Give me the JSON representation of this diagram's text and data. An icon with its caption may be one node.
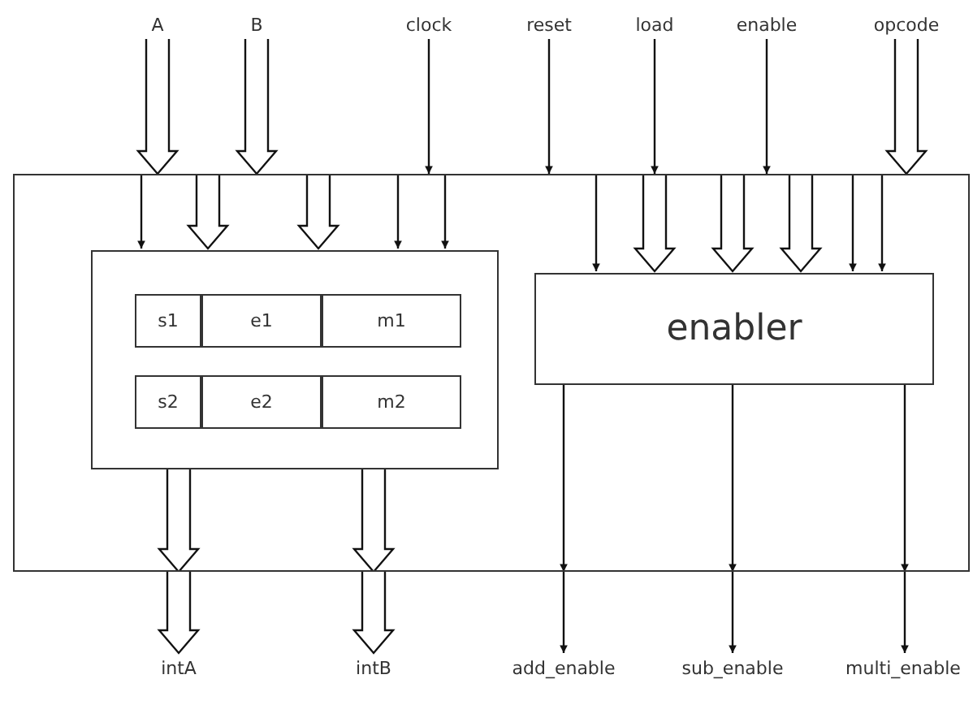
{
  "diagram": {
    "nodes": [
      {
        "text": [
          "A"
        ]
      },
      {
        "text": [
          "B"
        ]
      },
      {
        "text": [
          "clock"
        ]
      },
      {
        "text": [
          "reset"
        ]
      },
      {
        "text": [
          "load"
        ]
      },
      {
        "text": [
          "enable"
        ]
      },
      {
        "text": [
          "opcode"
        ]
      },
      {
        "text": [],
        "shape": "box"
      },
      {
        "text": [],
        "shape": "box",
        "in": 7
      },
      {
        "text": [
          "s1"
        ],
        "in": 8
      },
      {
        "text": [
          "e1"
        ],
        "in": 8
      },
      {
        "text": [
          "m1"
        ],
        "in": 8
      },
      {
        "text": [
          "s2"
        ],
        "in": 8
      },
      {
        "text": [
          "e2"
        ],
        "in": 8
      },
      {
        "text": [
          "m2"
        ],
        "in": 8
      },
      {
        "text": [
          "enabler"
        ],
        "in": 7
      },
      {
        "text": [
          "intA"
        ]
      },
      {
        "text": [
          "intB"
        ]
      },
      {
        "text": [
          "add_enable"
        ]
      },
      {
        "text": [
          "sub_enable"
        ]
      },
      {
        "text": [
          "multi_enable"
        ]
      }
    ],
    "edges": [
      {
        "from": 0,
        "to": 7,
        "arrow": "to",
        "style": "thick"
      },
      {
        "from": 1,
        "to": 7,
        "arrow": "to",
        "style": "thick"
      },
      {
        "from": 2,
        "to": 7,
        "arrow": "to"
      },
      {
        "from": 3,
        "to": 7,
        "arrow": "to"
      },
      {
        "from": 4,
        "to": 7,
        "arrow": "to"
      },
      {
        "from": 5,
        "to": 7,
        "arrow": "to"
      },
      {
        "from": 6,
        "to": 7,
        "arrow": "to",
        "style": "thick"
      },
      {
        "from": 7,
        "to": 8,
        "arrow": "to"
      },
      {
        "from": 7,
        "to": 8,
        "arrow": "to",
        "style": "thick"
      },
      {
        "from": 7,
        "to": 8,
        "arrow": "to",
        "style": "thick"
      },
      {
        "from": 7,
        "to": 8,
        "arrow": "to"
      },
      {
        "from": 7,
        "to": 8,
        "arrow": "to"
      },
      {
        "from": 7,
        "to": 15,
        "arrow": "to"
      },
      {
        "from": 7,
        "to": 15,
        "arrow": "to",
        "style": "thick"
      },
      {
        "from": 7,
        "to": 15,
        "arrow": "to",
        "style": "thick"
      },
      {
        "from": 7,
        "to": 15,
        "arrow": "to",
        "style": "thick"
      },
      {
        "from": 7,
        "to": 15,
        "arrow": "to"
      },
      {
        "from": 7,
        "to": 15,
        "arrow": "to"
      },
      {
        "from": 8,
        "to": 7,
        "arrow": "to",
        "style": "thick"
      },
      {
        "from": 8,
        "to": 7,
        "arrow": "to",
        "style": "thick"
      },
      {
        "from": 7,
        "to": 16,
        "arrow": "to",
        "style": "thick"
      },
      {
        "from": 7,
        "to": 17,
        "arrow": "to",
        "style": "thick"
      },
      {
        "from": 15,
        "to": 7,
        "arrow": "to"
      },
      {
        "from": 15,
        "to": 7,
        "arrow": "to"
      },
      {
        "from": 15,
        "to": 7,
        "arrow": "to"
      },
      {
        "from": 7,
        "to": 18,
        "arrow": "to"
      },
      {
        "from": 7,
        "to": 19,
        "arrow": "to"
      },
      {
        "from": 7,
        "to": 20,
        "arrow": "to"
      }
    ]
  }
}
